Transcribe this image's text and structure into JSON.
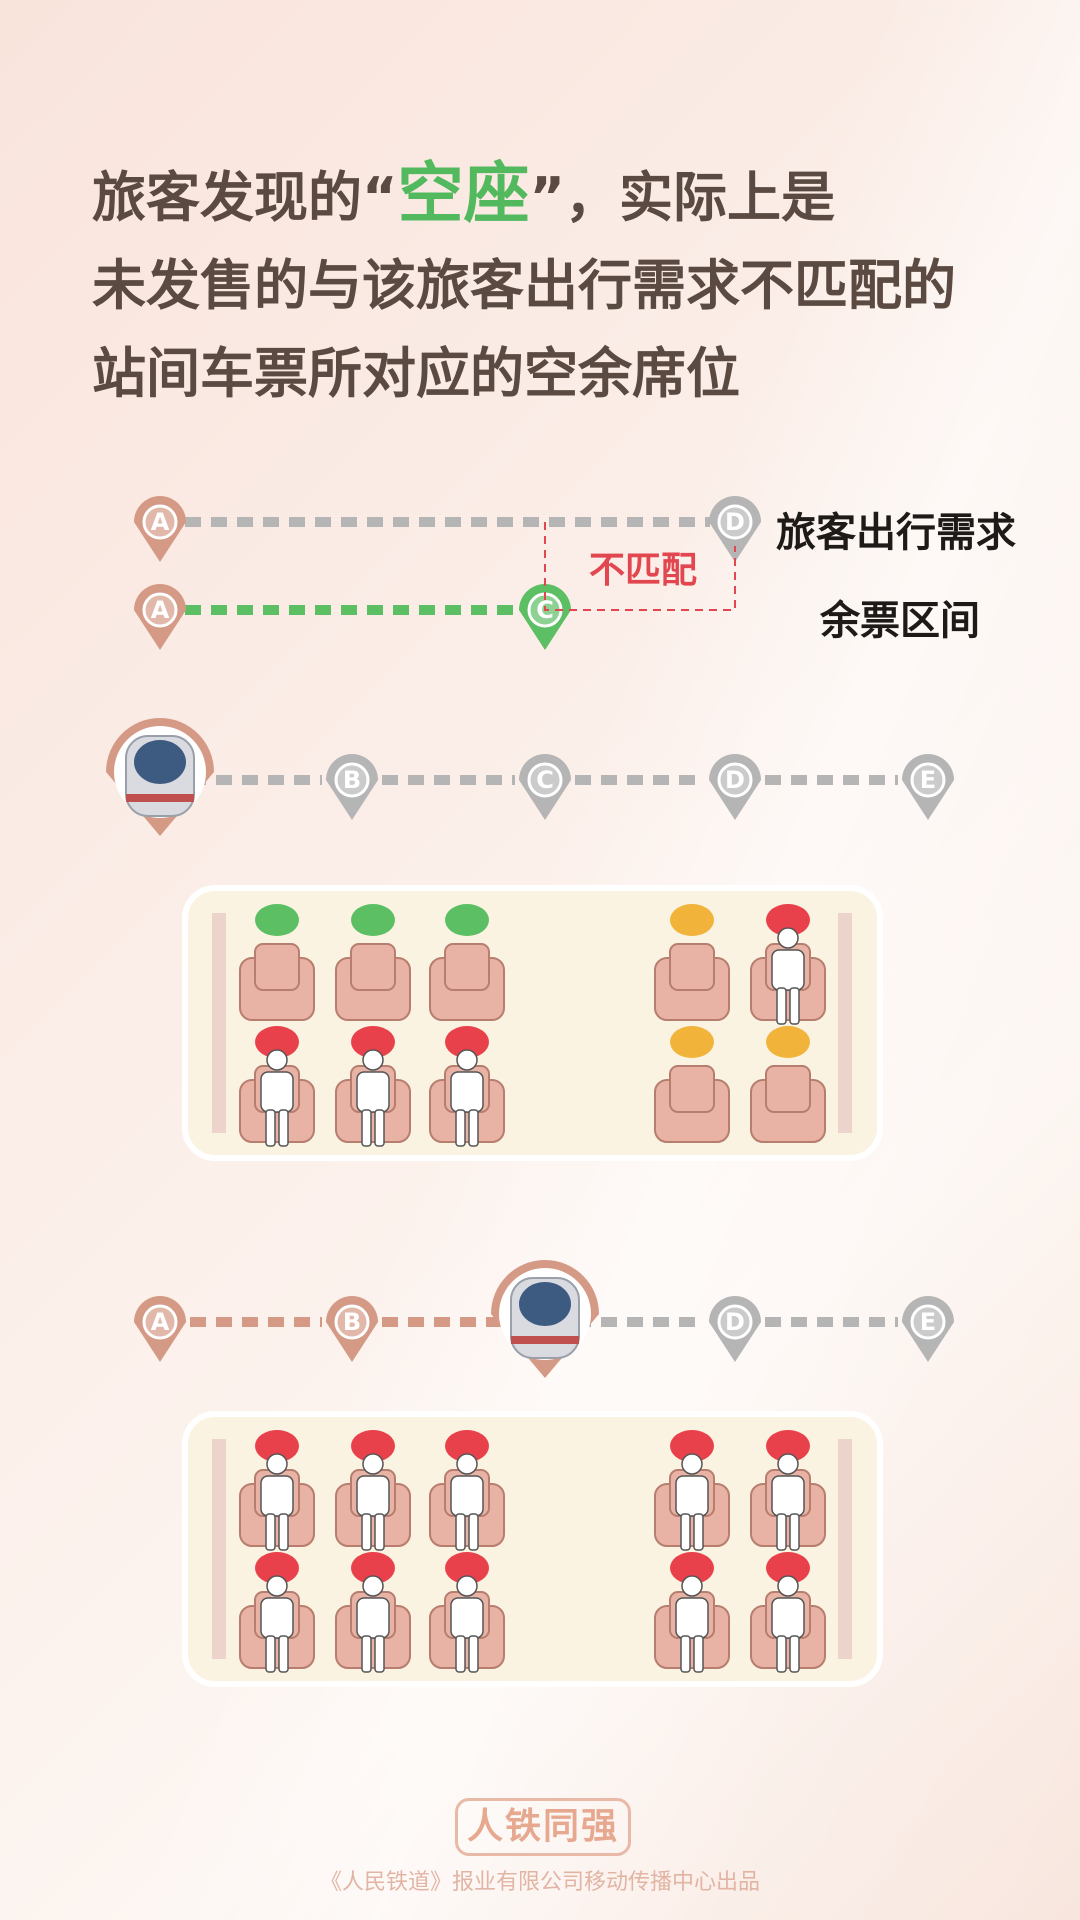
{
  "headline": {
    "l1_a": "旅客发现的“",
    "l1_hl": "空座",
    "l1_b": "”，实际上是",
    "l2": "未发售的与该旅客出行需求不匹配的",
    "l3": "站间车票所对应的空余席位"
  },
  "legend": {
    "demand": "旅客出行需求",
    "remaining": "余票区间",
    "mismatch": "不匹配"
  },
  "demand_route": {
    "from": "A",
    "to": "D"
  },
  "ticket_route": {
    "from": "A",
    "to": "C"
  },
  "route1": {
    "stations": [
      "A",
      "B",
      "C",
      "D",
      "E"
    ],
    "train_at": "A"
  },
  "route2": {
    "stations": [
      "A",
      "B",
      "C",
      "D",
      "E"
    ],
    "train_at": "C"
  },
  "car1": {
    "top_row": [
      "green",
      "green",
      "green",
      "yellow",
      "red"
    ],
    "top_occupied": [
      false,
      false,
      false,
      false,
      true
    ],
    "bottom_row": [
      "red",
      "red",
      "red",
      "yellow",
      "yellow"
    ],
    "bottom_occupied": [
      true,
      true,
      true,
      false,
      false
    ]
  },
  "car2": {
    "top_row": [
      "red",
      "red",
      "red",
      "red",
      "red"
    ],
    "top_occupied": [
      true,
      true,
      true,
      true,
      true
    ],
    "bottom_row": [
      "red",
      "red",
      "red",
      "red",
      "red"
    ],
    "bottom_occupied": [
      true,
      true,
      true,
      true,
      true
    ]
  },
  "colors": {
    "green": "#5cbf63",
    "red": "#e8414b",
    "yellow": "#f1b33a",
    "route_active": "#d49a86",
    "route_inactive": "#b5b5b5",
    "seat": "#e8b3a4",
    "seat_stroke": "#b77d6e",
    "text_dark": "#5a4a42",
    "mismatch": "#e24750"
  },
  "footer": {
    "logo": "人铁同强",
    "credit": "《人民铁道》报业有限公司移动传播中心出品"
  }
}
